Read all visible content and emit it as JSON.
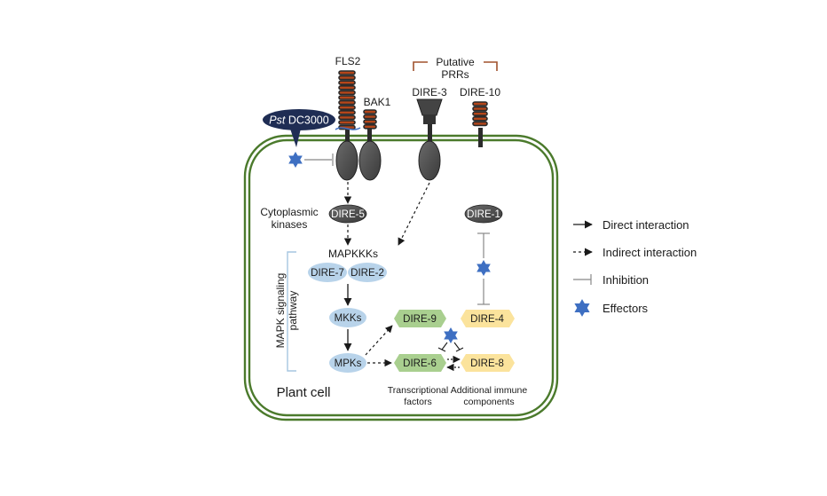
{
  "labels": {
    "fls2": "FLS2",
    "bak1": "BAK1",
    "putative": "Putative",
    "prrs": "PRRs",
    "dire3": "DIRE-3",
    "dire10": "DIRE-10",
    "pst_italic": "Pst",
    "pst_strain": " DC3000",
    "cyto_line1": "Cytoplasmic",
    "cyto_line2": "kinases",
    "mapkkks": "MAPKKKs",
    "mapk_line1": "MAPK signaling",
    "mapk_line2": "pathway",
    "plant_cell": "Plant cell",
    "tf_line1": "Transcriptional",
    "tf_line2": "factors",
    "aic_line1": "Additional immune",
    "aic_line2": "components"
  },
  "nodes": {
    "dire5": "DIRE-5",
    "dire1": "DIRE-1",
    "dire7": "DIRE-7",
    "dire2": "DIRE-2",
    "mkks": "MKKs",
    "mpks": "MPKs",
    "dire9": "DIRE-9",
    "dire6": "DIRE-6",
    "dire4": "DIRE-4",
    "dire8": "DIRE-8"
  },
  "legend": [
    {
      "key": "direct",
      "label": "Direct interaction"
    },
    {
      "key": "indirect",
      "label": "Indirect interaction"
    },
    {
      "key": "inhibition",
      "label": "Inhibition"
    },
    {
      "key": "effectors",
      "label": "Effectors"
    }
  ],
  "colors": {
    "membrane": "#4b7a2c",
    "receptor_coil": "#b4461a",
    "receptor_dark": "#2b2b2b",
    "kinase_gray": "#4a4a4a",
    "node_blue": "#b8d3ea",
    "node_green": "#a9cf8f",
    "node_yellow": "#fbe39c",
    "pst_navy": "#1f2d54",
    "effector_blue": "#3e6fc2",
    "bracket_brown": "#a0522d"
  }
}
